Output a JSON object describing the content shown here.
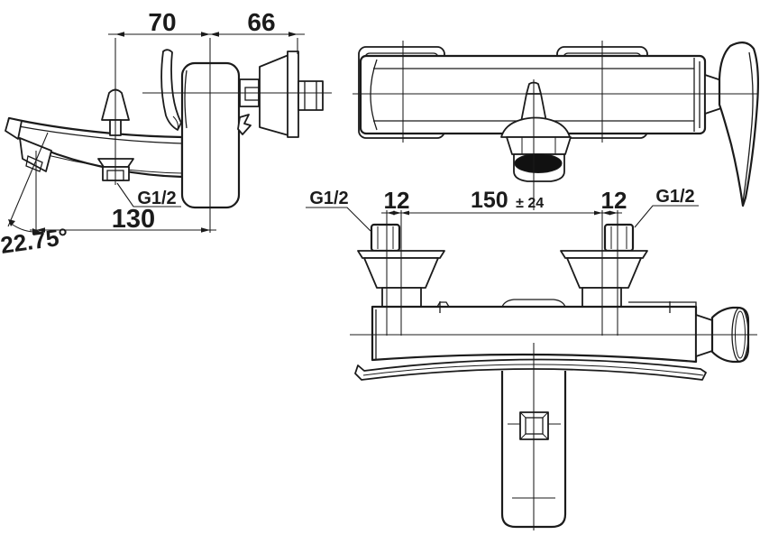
{
  "drawing": {
    "background": "#ffffff",
    "ink": "#1b1b1b",
    "side_view": {
      "dim_spout_to_body": "70",
      "dim_body_to_wall": "66",
      "dim_spout_reach": "130",
      "spout_angle": "22.75°",
      "outlet_thread": "G1/2"
    },
    "bottom_view": {
      "thread_left": "G1/2",
      "offset_left": "12",
      "centers_value": "150",
      "centers_tolerance": "± 24",
      "offset_right": "12",
      "thread_right": "G1/2"
    }
  }
}
